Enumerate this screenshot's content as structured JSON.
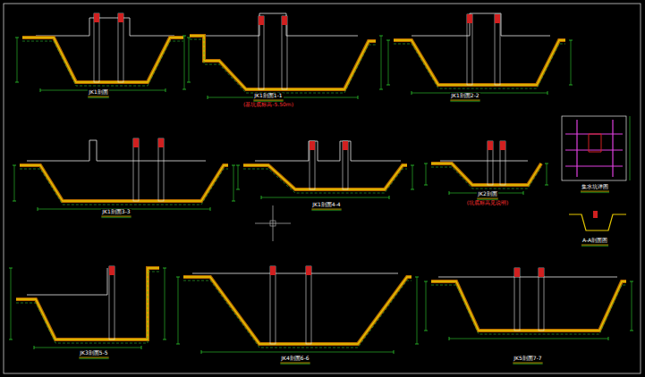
{
  "diagram": {
    "labels": [
      "JK1剖面",
      "JK1剖面1-1",
      "(基坑底标高-5.50m)",
      "JK1剖面2-2",
      "JK1剖面3-3",
      "JK1剖面4-4",
      "JK2剖面",
      "(坑底标高见说明)",
      "集水坑详图",
      "A-A剖面图",
      "JK3剖面5-5",
      "JK4剖面6-6",
      "JK5剖面7-7"
    ]
  }
}
